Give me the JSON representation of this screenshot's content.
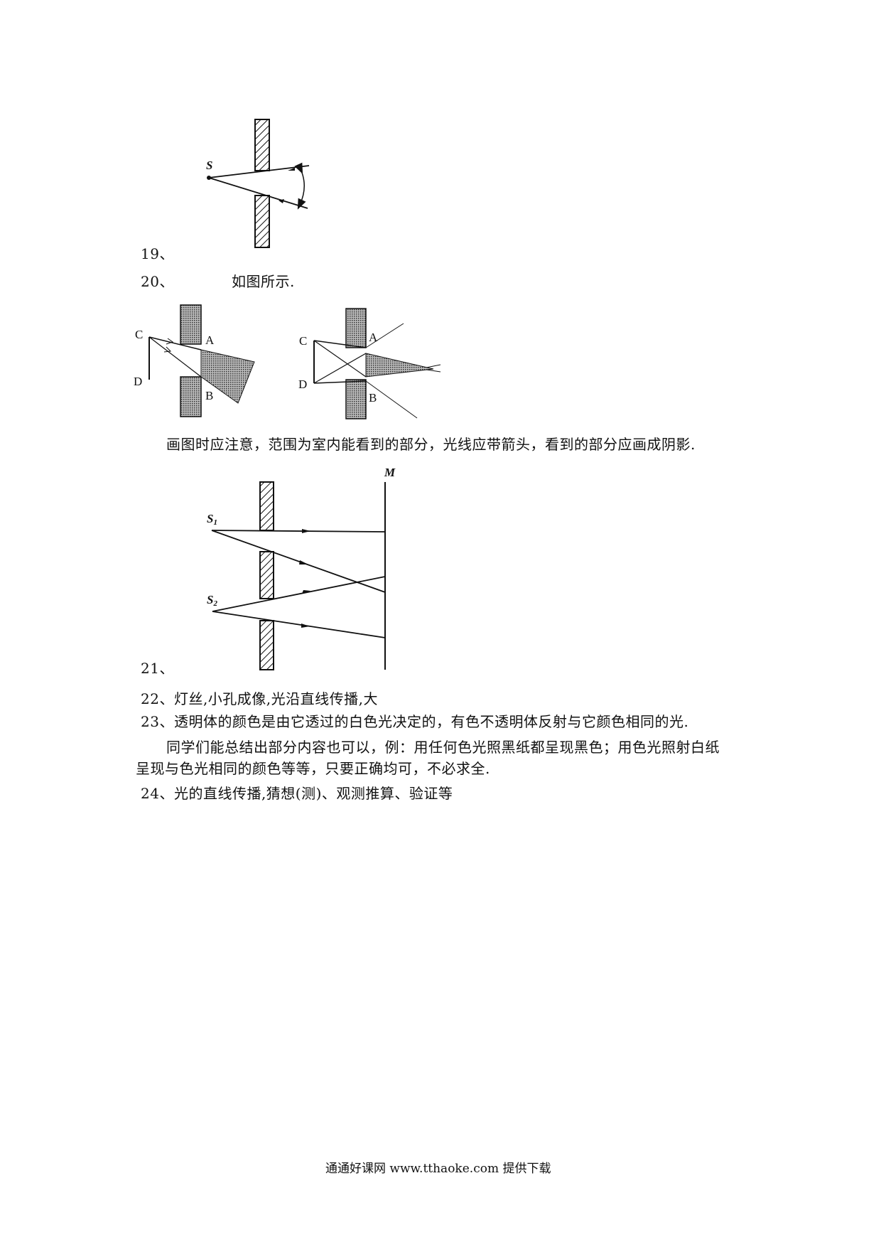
{
  "items": {
    "q19": {
      "number": "19、",
      "labels": {
        "source": "S"
      }
    },
    "q20": {
      "number": "20、",
      "text": "如图所示.",
      "labels": {
        "c": "C",
        "d": "D",
        "a": "A",
        "b": "B"
      },
      "note": "画图时应注意，范围为室内能看到的部分，光线应带箭头，看到的部分应画成阴影."
    },
    "q21": {
      "number": "21、",
      "labels": {
        "mirror": "M",
        "s1": "S",
        "s1_sub": "1",
        "s2": "S",
        "s2_sub": "2"
      }
    },
    "q22": {
      "text": "22、灯丝,小孔成像,光沿直线传播,大"
    },
    "q23": {
      "text": "23、透明体的颜色是由它透过的白色光决定的，有色不透明体反射与它颜色相同的光.",
      "note_line1": "同学们能总结出部分内容也可以，例：用任何色光照黑纸都呈现黑色；用色光照射白纸",
      "note_line2": "呈现与色光相同的颜色等等，只要正确均可，不必求全."
    },
    "q24": {
      "text": "24、光的直线传播,猜想(测)、观测推算、验证等"
    }
  },
  "footer": {
    "text": "通通好课网  www.tthaoke.com  提供下载"
  }
}
